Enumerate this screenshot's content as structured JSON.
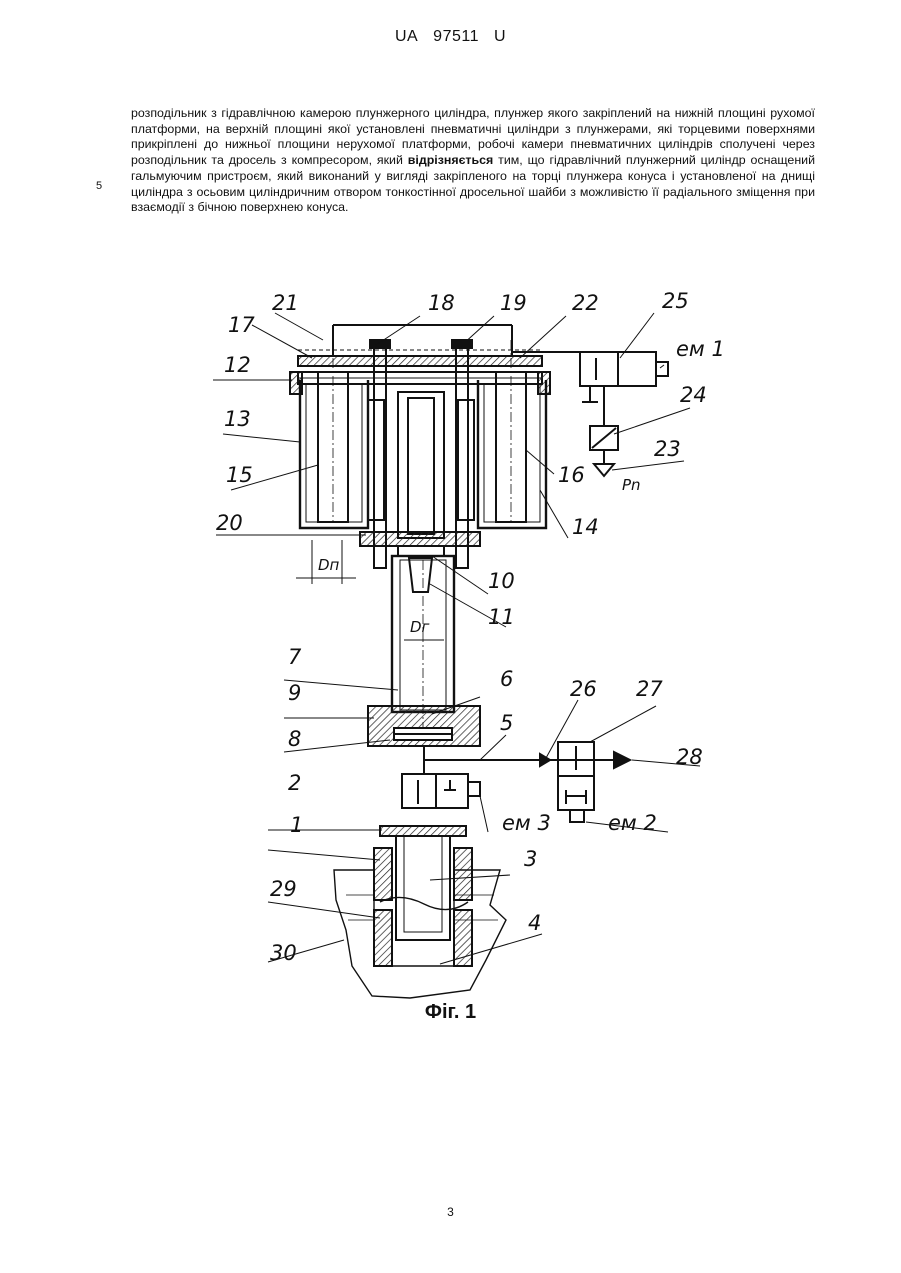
{
  "header": {
    "country": "UA",
    "number": "97511",
    "kind": "U"
  },
  "claim": {
    "line_number": "5",
    "text_before": "розподільник з гідравлічною камерою плунжерного циліндра, плунжер якого закріплений на нижній площині рухомої платформи, на верхній площині якої установлені пневматичні циліндри з плунжерами, які торцевими поверхнями прикріплені до нижньої площини нерухомої платформи, робочі камери пневматичних циліндрів сполучені через розподільник та дросель з компресором, який ",
    "emphasis": "відрізняється",
    "text_after": " тим, що гідравлічний плунжерний циліндр оснащений гальмуючим пристроєм, який виконаний у вигляді закріпленого на торці плунжера конуса і установленої на днищі циліндра з осьовим циліндричним отвором тонкостінної дросельної шайби з можливістю її радіального зміщення при взаємодії з бічною поверхнею конуса."
  },
  "figure": {
    "labels": {
      "n1": "1",
      "n2": "2",
      "n3": "3",
      "n4": "4",
      "n5": "5",
      "n6": "6",
      "n7": "7",
      "n8": "8",
      "n9": "9",
      "n10": "10",
      "n11": "11",
      "n12": "12",
      "n13": "13",
      "n14": "14",
      "n15": "15",
      "n16": "16",
      "n17": "17",
      "n18": "18",
      "n19": "19",
      "n20": "20",
      "n21": "21",
      "n22": "22",
      "n23": "23",
      "n24": "24",
      "n25": "25",
      "n26": "26",
      "n27": "27",
      "n28": "28",
      "n29": "29",
      "n30": "30",
      "em1": "ем 1",
      "em2": "ем 2",
      "em3": "ем 3",
      "dp": "Dп",
      "dg": "Dг",
      "pn": "Pn"
    },
    "caption": "Фіг. 1"
  },
  "page_number": "3"
}
